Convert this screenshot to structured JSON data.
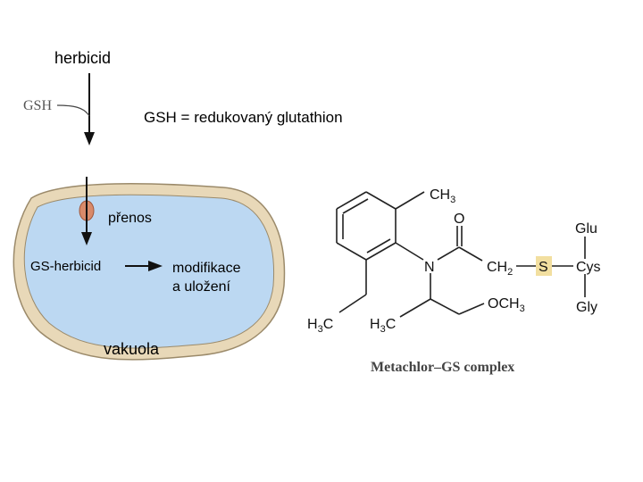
{
  "left": {
    "herbicide_label": "herbicid",
    "gsh_label": "GSH",
    "gsh_definition": "GSH = redukovaný glutathion",
    "transport_label": "přenos",
    "conjugate_label": "GS-herbicid",
    "modification_line1": "modifikace",
    "modification_line2": "a uložení",
    "vacuole_label": "vakuola"
  },
  "structure": {
    "ch3_top": "CH",
    "ch3_top_sub": "3",
    "oxygen": "O",
    "nitrogen": "N",
    "ch2": "CH",
    "ch2_sub": "2",
    "sulfur": "S",
    "glu": "Glu",
    "cys": "Cys",
    "gly": "Gly",
    "och3": "OCH",
    "och3_sub": "3",
    "h3c_left": "H",
    "h3c_left_sub": "3",
    "h3c_left_c": "C",
    "h3c_mid": "H",
    "h3c_mid_sub": "3",
    "h3c_mid_c": "C",
    "caption": "Metachlor–GS complex"
  },
  "colors": {
    "vacuole_fill": "#bcd8f2",
    "membrane": "#e8d8b8",
    "membrane_edge": "#9b8a6a",
    "transporter": "#d98a6a",
    "sulfur_highlight": "#f2dfa0"
  }
}
